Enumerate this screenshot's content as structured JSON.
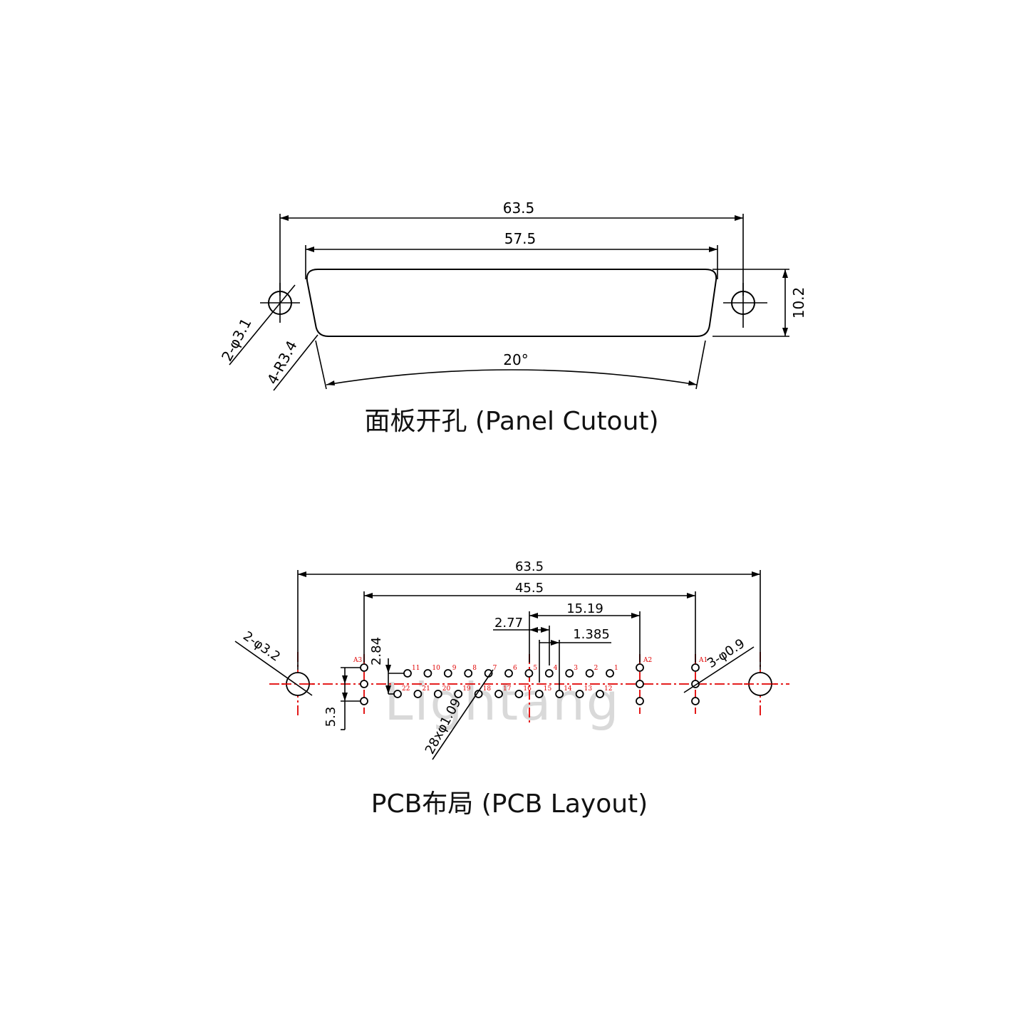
{
  "panel": {
    "dim_overall": "63.5",
    "dim_cutout": "57.5",
    "dim_height": "10.2",
    "dim_angle": "20°",
    "dim_holes": "2-φ3.1",
    "dim_radius": "4-R3.4",
    "title": "面板开孔 (Panel Cutout)"
  },
  "pcb": {
    "dim_overall": "63.5",
    "dim_span": "45.5",
    "dim_a_span": "15.19",
    "dim_pitch": "2.77",
    "dim_half_pitch": "1.385",
    "dim_row": "2.84",
    "dim_vertical": "5.3",
    "dim_mount_holes": "2-φ3.2",
    "dim_a_holes": "3-φ0.9",
    "dim_signal_holes": "28xφ1.09",
    "watermark": "Lightang",
    "pins_top": [
      "1",
      "2",
      "3",
      "4",
      "5",
      "6",
      "7",
      "8",
      "9",
      "10",
      "11"
    ],
    "pins_bottom": [
      "12",
      "13",
      "14",
      "15",
      "16",
      "17",
      "18",
      "19",
      "20",
      "21",
      "22"
    ],
    "pin_a1": "A1",
    "pin_a2": "A2",
    "pin_a3": "A3",
    "title": "PCB布局 (PCB Layout)"
  }
}
